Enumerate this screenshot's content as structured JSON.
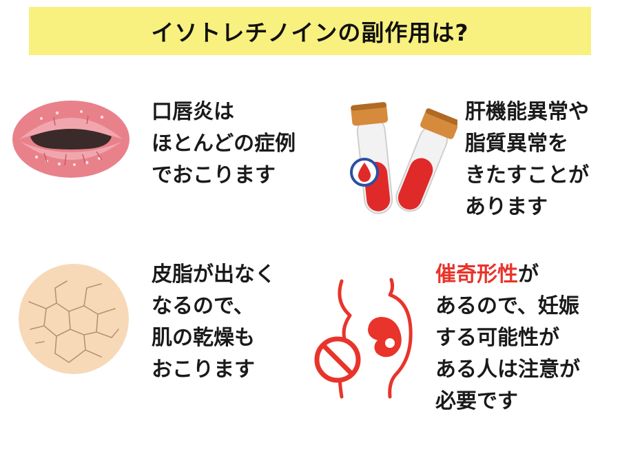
{
  "title": "イソトレチノインの副作用は?",
  "colors": {
    "banner": "#f8f17f",
    "accent_red": "#e8342b",
    "text": "#1a1a1a"
  },
  "items": [
    {
      "icon": "chapped-lips-icon",
      "lines": [
        "口唇炎は",
        "ほとんどの症例",
        "でおこります"
      ]
    },
    {
      "icon": "blood-test-tubes-icon",
      "lines": [
        "肝機能異常や",
        "脂質異常を",
        "きたすことが",
        "あります"
      ]
    },
    {
      "icon": "dry-cracked-skin-icon",
      "lines": [
        "皮脂が出なく",
        "なるので、",
        "肌の乾燥も",
        "おこります"
      ]
    },
    {
      "icon": "no-pregnancy-icon",
      "highlight": "催奇形性",
      "lines": [
        "が",
        "あるので、妊娠",
        "する可能性が",
        "ある人は注意が",
        "必要です"
      ]
    }
  ]
}
